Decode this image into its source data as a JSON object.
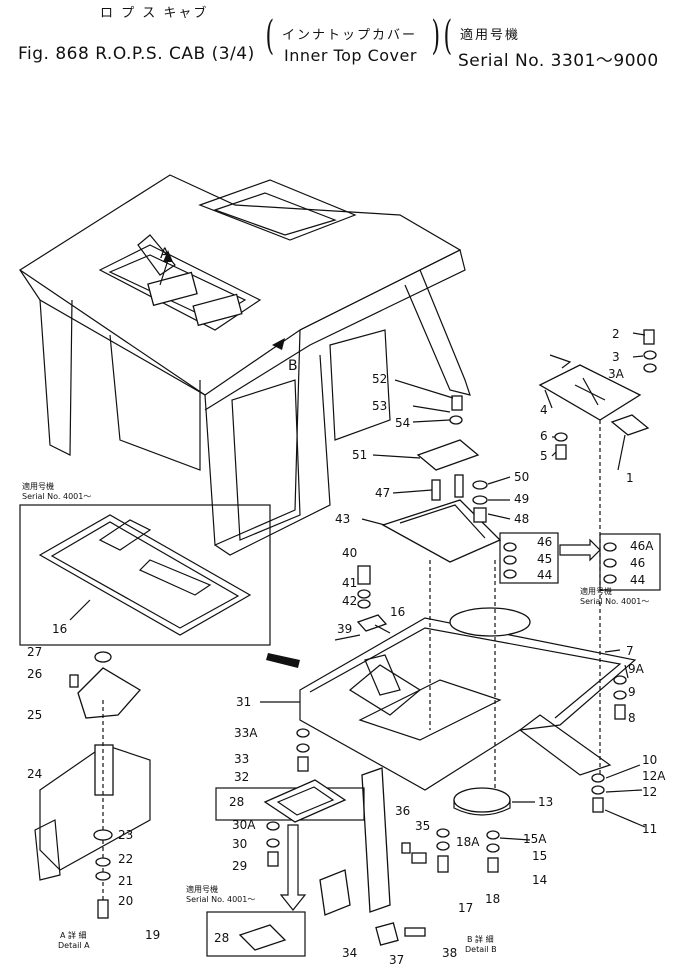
{
  "header": {
    "jp_title": "ロ プ ス キャブ",
    "jp_part": "インナトップカバー",
    "jp_serial": "適用号機",
    "figure": "Fig. 868 R.O.P.S. CAB (3/4)",
    "part": "Inner Top Cover",
    "serial": "Serial No. 3301～9000"
  },
  "inset_labels": {
    "serial_jp": "適用号機",
    "serial_4001": "Serial No. 4001～",
    "detail_a_jp": "A 詳 細",
    "detail_a": "Detail A",
    "detail_b_jp": "B 詳 細",
    "detail_b": "Detail B"
  },
  "view_markers": {
    "a": "A",
    "b": "B"
  },
  "parts": {
    "p1": "1",
    "p2": "2",
    "p3": "3",
    "p3a": "3A",
    "p4": "4",
    "p5": "5",
    "p6": "6",
    "p7": "7",
    "p8": "8",
    "p9": "9",
    "p9a": "9A",
    "p10": "10",
    "p11": "11",
    "p12": "12",
    "p12a": "12A",
    "p13": "13",
    "p14": "14",
    "p15": "15",
    "p15a": "15A",
    "p16a": "16",
    "p16b": "16",
    "p17": "17",
    "p18": "18",
    "p18a": "18A",
    "p19": "19",
    "p20": "20",
    "p21": "21",
    "p22": "22",
    "p23": "23",
    "p24": "24",
    "p25": "25",
    "p26": "26",
    "p27": "27",
    "p28a": "28",
    "p28b": "28",
    "p29": "29",
    "p30": "30",
    "p30a": "30A",
    "p31": "31",
    "p32": "32",
    "p33": "33",
    "p33a": "33A",
    "p34": "34",
    "p35": "35",
    "p36": "36",
    "p37": "37",
    "p38": "38",
    "p39": "39",
    "p40": "40",
    "p41": "41",
    "p42": "42",
    "p43": "43",
    "p44a": "44",
    "p44b": "44",
    "p45": "45",
    "p46a": "46",
    "p46b": "46",
    "p46A": "46A",
    "p47": "47",
    "p48": "48",
    "p49": "49",
    "p50": "50",
    "p51": "51",
    "p52": "52",
    "p53": "53",
    "p54": "54"
  }
}
